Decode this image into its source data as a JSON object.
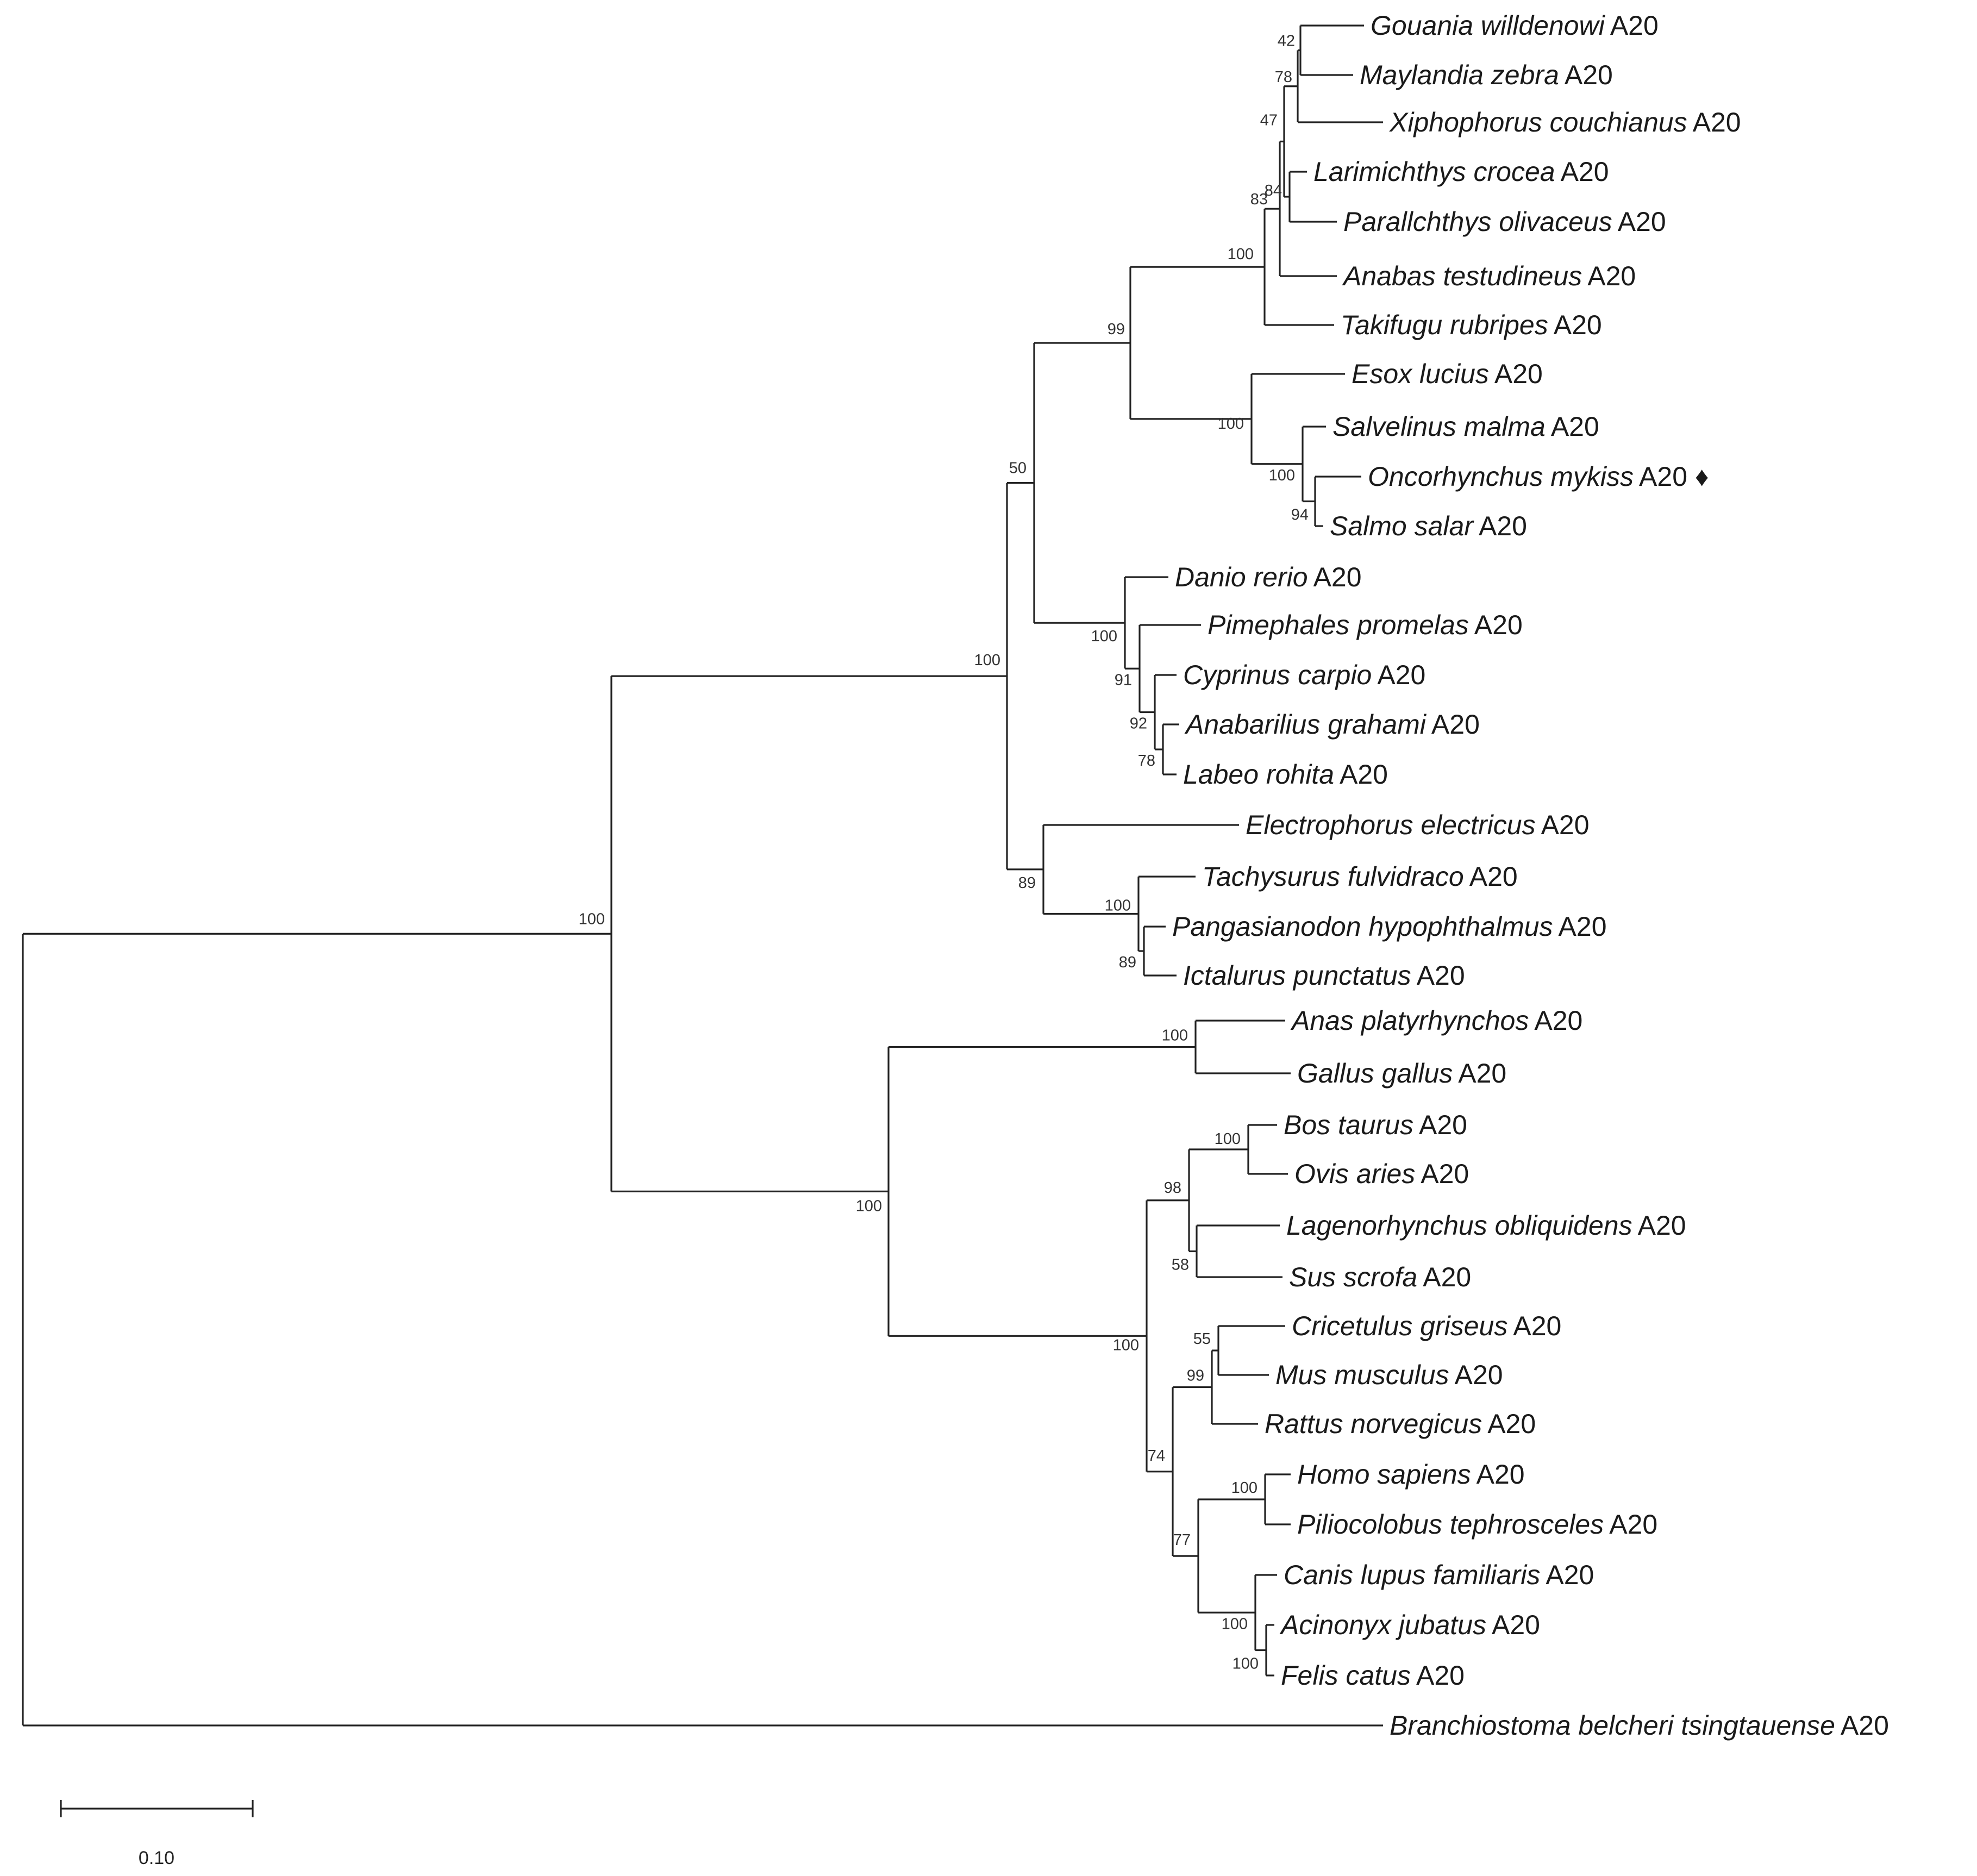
{
  "tree": {
    "taxa": [
      {
        "species": "Gouania willdenowi",
        "gene": "A20",
        "marker": ""
      },
      {
        "species": "Maylandia zebra",
        "gene": "A20",
        "marker": ""
      },
      {
        "species": "Xiphophorus couchianus",
        "gene": "A20",
        "marker": ""
      },
      {
        "species": "Larimichthys crocea",
        "gene": "A20",
        "marker": ""
      },
      {
        "species": "Parallchthys olivaceus",
        "gene": "A20",
        "marker": ""
      },
      {
        "species": "Anabas testudineus",
        "gene": "A20",
        "marker": ""
      },
      {
        "species": "Takifugu rubripes",
        "gene": "A20",
        "marker": ""
      },
      {
        "species": "Esox lucius",
        "gene": "A20",
        "marker": ""
      },
      {
        "species": "Salvelinus malma",
        "gene": "A20",
        "marker": ""
      },
      {
        "species": "Oncorhynchus mykiss",
        "gene": "A20",
        "marker": "♦"
      },
      {
        "species": "Salmo salar",
        "gene": "A20",
        "marker": ""
      },
      {
        "species": "Danio rerio",
        "gene": "A20",
        "marker": ""
      },
      {
        "species": "Pimephales promelas",
        "gene": "A20",
        "marker": ""
      },
      {
        "species": "Cyprinus carpio",
        "gene": "A20",
        "marker": ""
      },
      {
        "species": "Anabarilius grahami",
        "gene": "A20",
        "marker": ""
      },
      {
        "species": "Labeo rohita",
        "gene": "A20",
        "marker": ""
      },
      {
        "species": "Electrophorus electricus",
        "gene": "A20",
        "marker": ""
      },
      {
        "species": "Tachysurus fulvidraco",
        "gene": "A20",
        "marker": ""
      },
      {
        "species": "Pangasianodon hypophthalmus",
        "gene": "A20",
        "marker": ""
      },
      {
        "species": "Ictalurus punctatus",
        "gene": "A20",
        "marker": ""
      },
      {
        "species": "Anas platyrhynchos",
        "gene": "A20",
        "marker": ""
      },
      {
        "species": "Gallus gallus",
        "gene": "A20",
        "marker": ""
      },
      {
        "species": "Bos taurus",
        "gene": "A20",
        "marker": ""
      },
      {
        "species": "Ovis aries",
        "gene": "A20",
        "marker": ""
      },
      {
        "species": "Lagenorhynchus obliquidens",
        "gene": "A20",
        "marker": ""
      },
      {
        "species": "Sus scrofa",
        "gene": "A20",
        "marker": ""
      },
      {
        "species": "Cricetulus griseus",
        "gene": "A20",
        "marker": ""
      },
      {
        "species": "Mus musculus",
        "gene": "A20",
        "marker": ""
      },
      {
        "species": "Rattus norvegicus",
        "gene": "A20",
        "marker": ""
      },
      {
        "species": "Homo sapiens",
        "gene": "A20",
        "marker": ""
      },
      {
        "species": "Piliocolobus tephrosceles",
        "gene": "A20",
        "marker": ""
      },
      {
        "species": "Canis lupus familiaris",
        "gene": "A20",
        "marker": ""
      },
      {
        "species": "Acinonyx jubatus",
        "gene": "A20",
        "marker": ""
      },
      {
        "species": "Felis catus",
        "gene": "A20",
        "marker": ""
      },
      {
        "species": "Branchiostoma belcheri tsingtauense",
        "gene": "A20",
        "marker": ""
      }
    ],
    "bootstrap_values": [
      "42",
      "78",
      "47",
      "83",
      "84",
      "100",
      "99",
      "100",
      "100",
      "94",
      "50",
      "100",
      "91",
      "92",
      "78",
      "100",
      "89",
      "100",
      "89",
      "100",
      "100",
      "100",
      "98",
      "58",
      "55",
      "99",
      "100",
      "74",
      "77",
      "100",
      "100",
      "100"
    ],
    "scale_bar_label": "0.10",
    "marker_color": "#1a1a1a"
  }
}
